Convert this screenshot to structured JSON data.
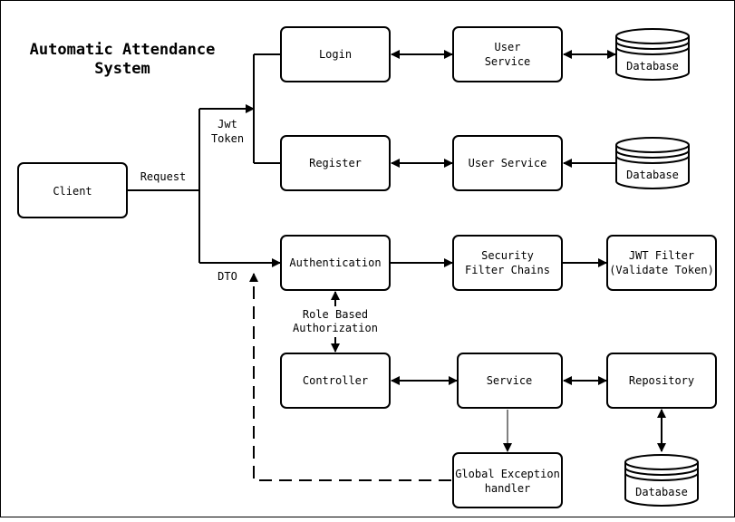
{
  "title": {
    "line1": "Automatic Attendance",
    "line2": "System"
  },
  "nodes": {
    "client": "Client",
    "login": "Login",
    "register": "Register",
    "authentication": "Authentication",
    "controller": "Controller",
    "user_service_1": [
      "User",
      "Service"
    ],
    "user_service_2": "User Service",
    "security_filter_chains": [
      "Security",
      "Filter Chains"
    ],
    "service": "Service",
    "global_exception_handler": [
      "Global Exception",
      "handler"
    ],
    "jwt_filter": [
      "JWT Filter",
      "(Validate Token)"
    ],
    "repository": "Repository",
    "database_1": "Database",
    "database_2": "Database",
    "database_3": "Database"
  },
  "edge_labels": {
    "request": "Request",
    "jwt_token": [
      "Jwt",
      "Token"
    ],
    "dto": "DTO",
    "role_based_authorization": [
      "Role Based",
      "Authorization"
    ]
  },
  "colors": {
    "stroke": "#000000",
    "fill": "#ffffff"
  }
}
